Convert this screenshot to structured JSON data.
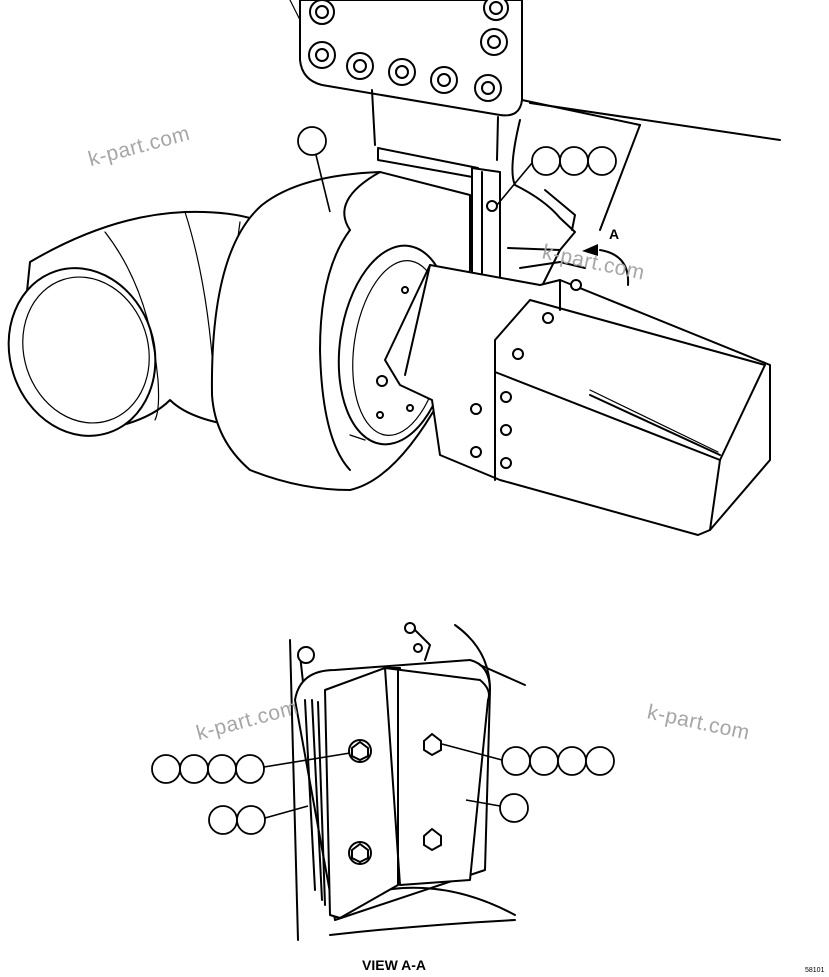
{
  "watermark": "k-part.com",
  "view_label": "VIEW A-A",
  "view_arrow_label": "A",
  "figure_number": "58101",
  "colors": {
    "line": "#000000",
    "watermark": "#a6a6a6",
    "background": "#ffffff"
  }
}
